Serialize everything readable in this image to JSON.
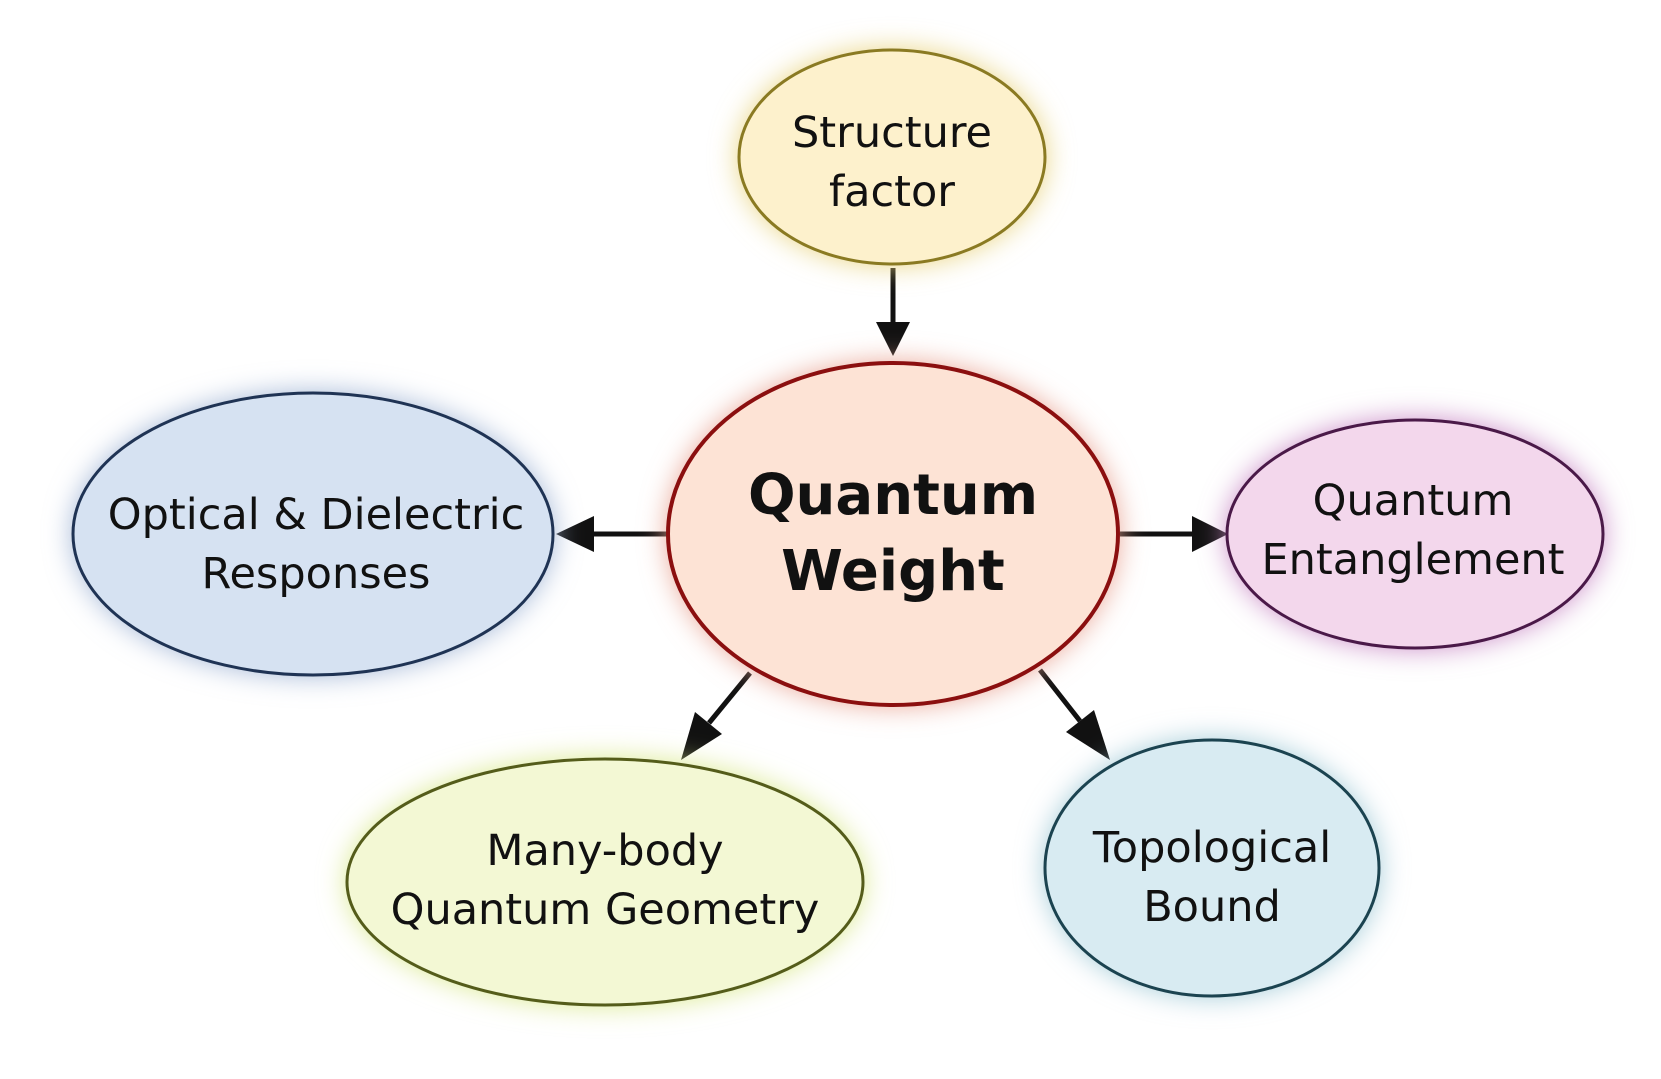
{
  "center": {
    "line1": "Quantum",
    "line2": "Weight",
    "fill": "#fde3d5",
    "stroke": "#8b0f0f",
    "glow": "#e8a08f"
  },
  "nodes": {
    "structure_factor": {
      "line1": "Structure",
      "line2": "factor",
      "fill": "#fdf1cc",
      "stroke": "#8a7a22",
      "glow": "#e8d27c"
    },
    "optical": {
      "line1": "Optical & Dielectric",
      "line2": "Responses",
      "fill": "#d6e2f2",
      "stroke": "#1f3354",
      "glow": "#9fb3d4"
    },
    "entanglement": {
      "line1": "Quantum",
      "line2": "Entanglement",
      "fill": "#f3d7ec",
      "stroke": "#4a1948",
      "glow": "#c787c4"
    },
    "many_body": {
      "line1": "Many-body",
      "line2": "Quantum Geometry",
      "fill": "#f3f8d4",
      "stroke": "#545c1a",
      "glow": "#d9e88a"
    },
    "topological": {
      "line1": "Topological",
      "line2": "Bound",
      "fill": "#d8ebf2",
      "stroke": "#1b4350",
      "glow": "#9ec8d6"
    }
  }
}
